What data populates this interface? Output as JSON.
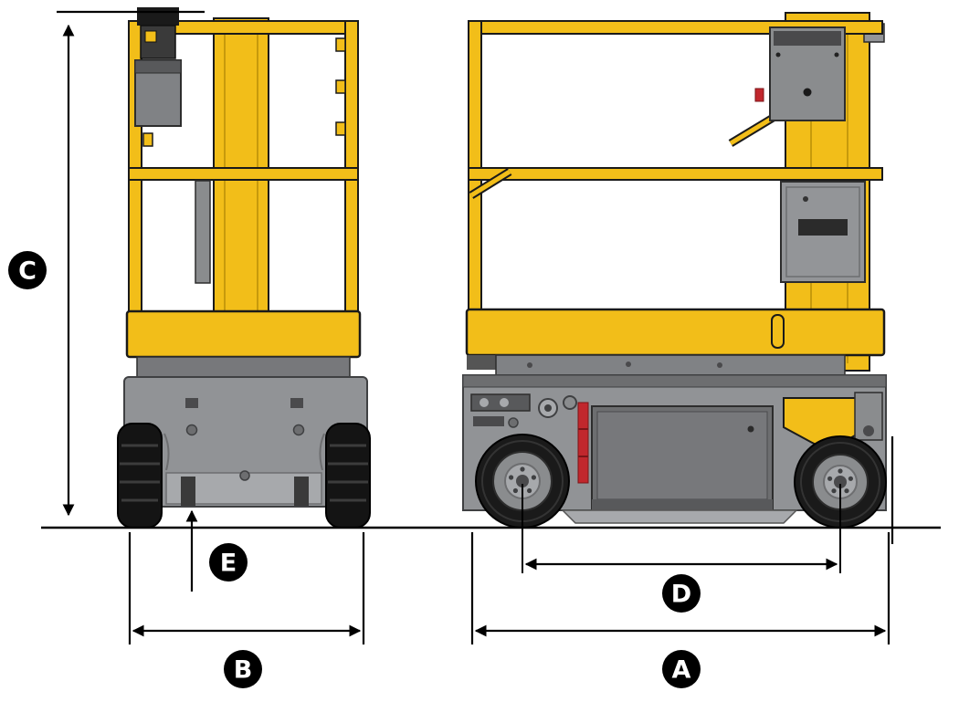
{
  "labels": {
    "a": "A",
    "b": "B",
    "c": "C",
    "d": "D",
    "e": "E"
  },
  "colors": {
    "machine_yellow": "#F2BE19",
    "chassis_gray": "#919396",
    "dark_gray": "#6D6E70",
    "line_black": "#000000",
    "label_background": "#000000",
    "label_text": "#FFFFFF",
    "accent_red": "#C1272D"
  }
}
